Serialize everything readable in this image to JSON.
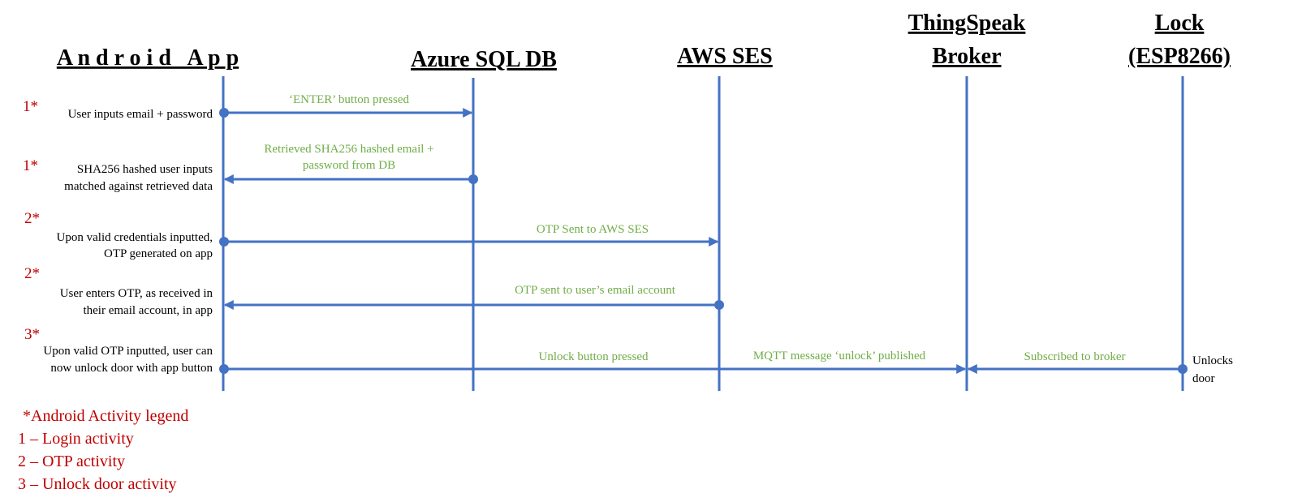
{
  "colors": {
    "line": "#4472c4",
    "message": "#70ad47",
    "step": "#c00000",
    "text": "#000000"
  },
  "participants": {
    "android": "A n d r o i d   A p p",
    "azure": "Azure SQL DB",
    "aws": "AWS SES",
    "thingspeak_1": "ThingSpeak",
    "thingspeak_2": "Broker",
    "lock_1": "Lock",
    "lock_2": "(ESP8266)"
  },
  "messages": {
    "m1": "‘ENTER’ button pressed",
    "m2_1": "Retrieved SHA256 hashed email +",
    "m2_2": "password from DB",
    "m3": "OTP Sent to AWS SES",
    "m4": "OTP sent to user’s email account",
    "m5": "Unlock button pressed",
    "m6": "MQTT message ‘unlock’ published",
    "m7": "Subscribed to broker"
  },
  "notes": {
    "n1": "User inputs email + password",
    "n2_1": "SHA256 hashed user inputs",
    "n2_2": "matched against retrieved data",
    "n3_1": "Upon valid credentials inputted,",
    "n3_2": "OTP generated on app",
    "n4_1": "User enters OTP, as received in",
    "n4_2": "their email account, in app",
    "n5_1": "Upon valid OTP inputted, user can",
    "n5_2": "now unlock door with app button",
    "lock_1": "Unlocks",
    "lock_2": "door"
  },
  "steps": {
    "s1": "1*",
    "s2": "1*",
    "s3": "2*",
    "s4": "2*",
    "s5": "3*"
  },
  "legend": {
    "title": "*Android Activity legend",
    "item1": "1 – Login activity",
    "item2": "2 – OTP activity",
    "item3": "3 – Unlock door activity"
  }
}
